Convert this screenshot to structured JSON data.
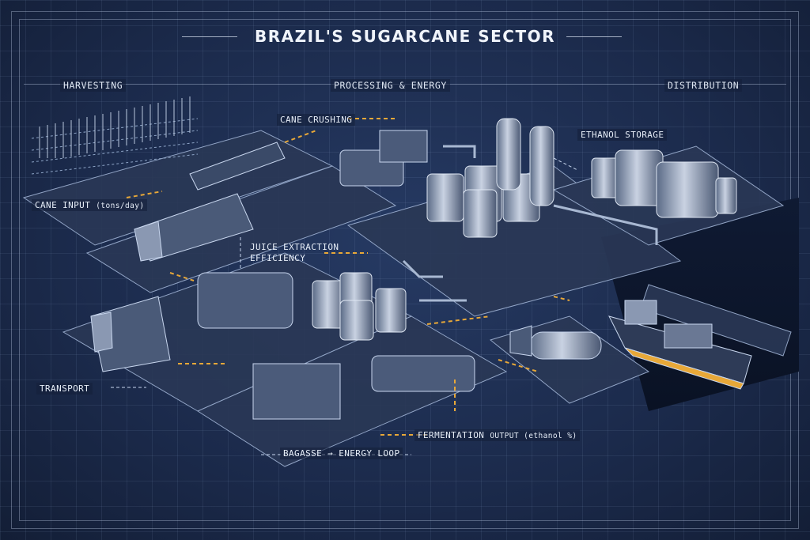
{
  "title": "BRAZIL'S SUGARCANE SECTOR",
  "sections": {
    "harvesting": "HARVESTING",
    "processing": "PROCESSING & ENERGY",
    "distribution": "DISTRIBUTION"
  },
  "callouts": {
    "cane_crushing": "CANE CRUSHING",
    "ethanol_storage": "ETHANOL STORAGE",
    "cane_input": "CANE INPUT",
    "cane_input_unit": "(tons/day)",
    "juice_extraction_1": "JUICE EXTRACTION",
    "juice_extraction_2": "EFFICIENCY",
    "transport": "TRANSPORT",
    "fermentation": "FERMENTATION",
    "fermentation_unit": "OUTPUT (ethanol %)",
    "bagasse_loop": "BAGASSE → ENERGY LOOP"
  },
  "colors": {
    "background": "#1b2a4b",
    "accent_arrow": "#e8a838",
    "line": "#c8d6ee"
  }
}
